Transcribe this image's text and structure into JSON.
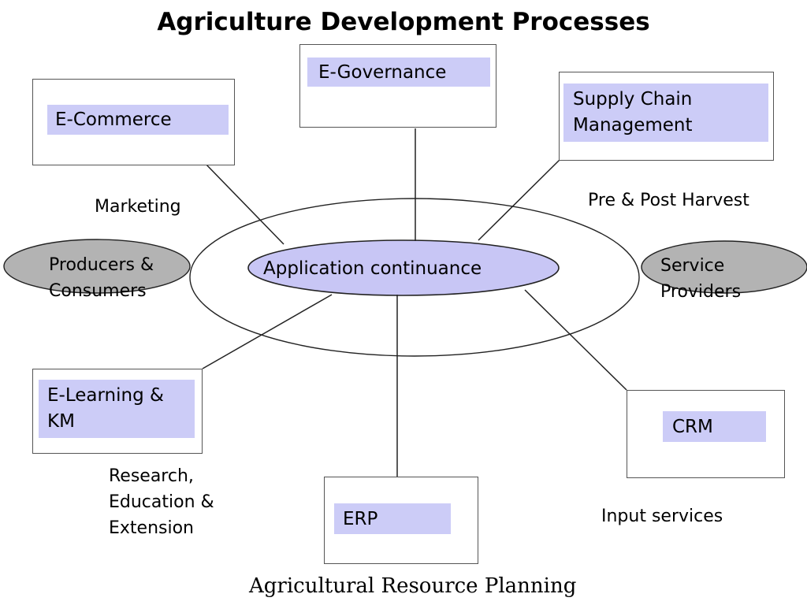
{
  "title": "Agriculture Development Processes",
  "center": {
    "label": "Application continuance"
  },
  "boxes": {
    "e_governance": "E-Governance",
    "e_commerce": "E-Commerce",
    "supply_chain": "Supply Chain\nManagement",
    "e_learning": "E-Learning &\nKM",
    "crm": "CRM",
    "erp": "ERP"
  },
  "ellipses": {
    "producers": "Producers &\nConsumers",
    "service_providers": "Service\nProviders"
  },
  "captions": {
    "marketing": "Marketing",
    "pre_post_harvest": "Pre & Post Harvest",
    "research": "Research,\nEducation &\nExtension",
    "input_services": "Input services",
    "arp": "Agricultural Resource Planning"
  },
  "colors": {
    "highlight": "#ccccf7",
    "center_fill": "#c8c6f5",
    "gray_fill": "#b3b3b3",
    "stroke": "#222222",
    "box_border": "#555555",
    "text": "#000000",
    "background": "#ffffff"
  }
}
